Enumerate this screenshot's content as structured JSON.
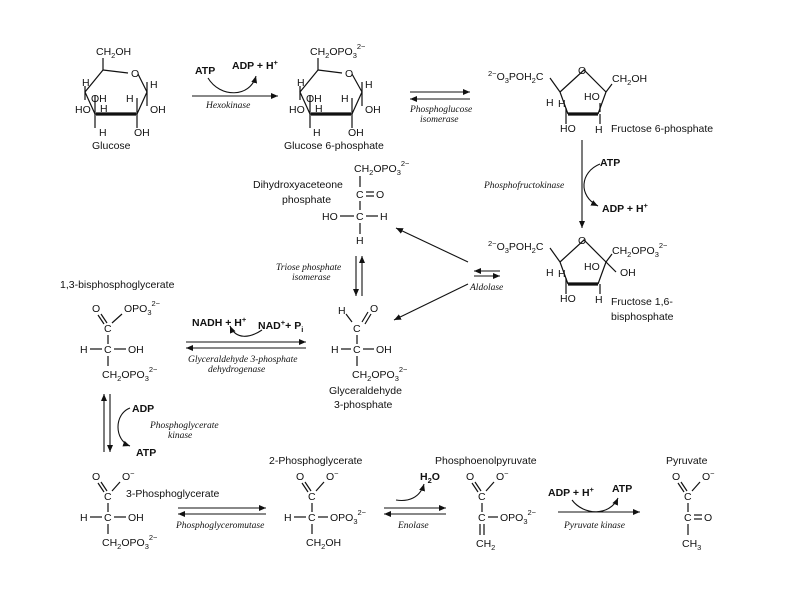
{
  "compounds": {
    "glucose": "Glucose",
    "g6p": "Glucose 6-phosphate",
    "f6p": "Fructose 6-phosphate",
    "f16bp_1": "Fructose 1,6-",
    "f16bp_2": "bisphosphate",
    "dhap_1": "Dihydroxyaceteone",
    "dhap_2": "phosphate",
    "g3p_1": "Glyceraldehyde",
    "g3p_2": "3-phosphate",
    "bpg13": "1,3-bisphosphoglycerate",
    "pg3": "3-Phosphoglycerate",
    "pg2": "2-Phosphoglycerate",
    "pep": "Phosphoenolpyruvate",
    "pyruvate": "Pyruvate"
  },
  "enzymes": {
    "hexokinase": "Hexokinase",
    "pgi_1": "Phosphoglucose",
    "pgi_2": "isomerase",
    "pfk": "Phosphofructokinase",
    "aldolase": "Aldolase",
    "tpi_1": "Triose phosphate",
    "tpi_2": "isomerase",
    "gapdh_1": "Glyceraldehyde 3-phosphate",
    "gapdh_2": "dehydrogenase",
    "pgk_1": "Phosphoglycerate",
    "pgk_2": "kinase",
    "pgm": "Phosphoglyceromutase",
    "enolase": "Enolase",
    "pk": "Pyruvate kinase"
  },
  "cofactors": {
    "atp": "ATP",
    "adp_h": "ADP + H",
    "adp": "ADP",
    "nadh_h": "NADH + H",
    "nad": "NAD",
    "pi": "+ P",
    "pi_sub": "i",
    "h2o": "H",
    "h2o_sub": "2",
    "h2o_o": "O",
    "plus": "+"
  }
}
